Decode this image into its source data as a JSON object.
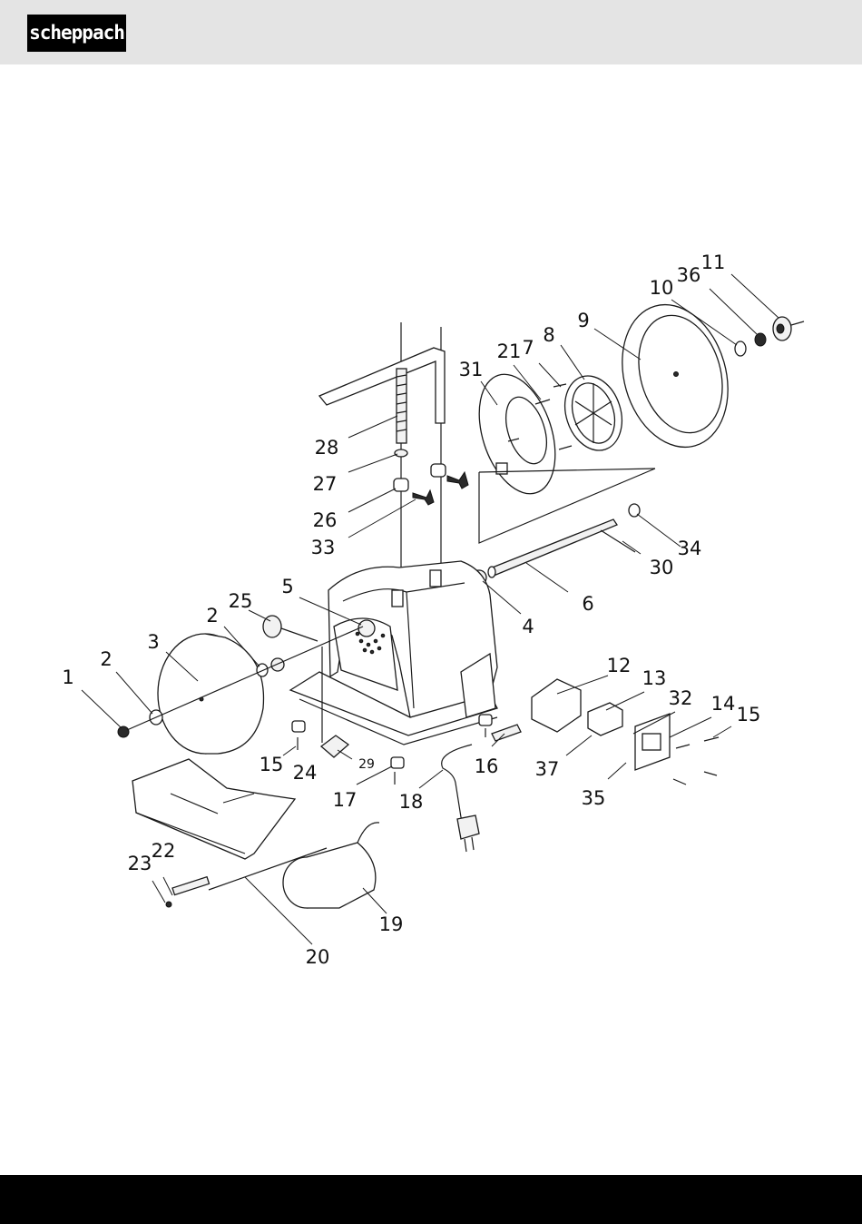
{
  "header": {
    "logo_text": "scheppach"
  },
  "diagram": {
    "labels": [
      {
        "id": "1",
        "text": "1"
      },
      {
        "id": "2a",
        "text": "2"
      },
      {
        "id": "2b",
        "text": "2"
      },
      {
        "id": "3",
        "text": "3"
      },
      {
        "id": "4",
        "text": "4"
      },
      {
        "id": "5",
        "text": "5"
      },
      {
        "id": "6",
        "text": "6"
      },
      {
        "id": "7",
        "text": "7"
      },
      {
        "id": "8",
        "text": "8"
      },
      {
        "id": "9",
        "text": "9"
      },
      {
        "id": "10",
        "text": "10"
      },
      {
        "id": "11",
        "text": "11"
      },
      {
        "id": "12",
        "text": "12"
      },
      {
        "id": "13",
        "text": "13"
      },
      {
        "id": "14",
        "text": "14"
      },
      {
        "id": "15a",
        "text": "15"
      },
      {
        "id": "15b",
        "text": "15"
      },
      {
        "id": "16",
        "text": "16"
      },
      {
        "id": "17",
        "text": "17"
      },
      {
        "id": "18",
        "text": "18"
      },
      {
        "id": "19",
        "text": "19"
      },
      {
        "id": "20",
        "text": "20"
      },
      {
        "id": "21",
        "text": "21"
      },
      {
        "id": "22",
        "text": "22"
      },
      {
        "id": "23",
        "text": "23"
      },
      {
        "id": "24",
        "text": "24"
      },
      {
        "id": "25",
        "text": "25"
      },
      {
        "id": "26",
        "text": "26"
      },
      {
        "id": "27",
        "text": "27"
      },
      {
        "id": "28",
        "text": "28"
      },
      {
        "id": "29",
        "text": "29"
      },
      {
        "id": "30",
        "text": "30"
      },
      {
        "id": "31",
        "text": "31"
      },
      {
        "id": "32",
        "text": "32"
      },
      {
        "id": "33",
        "text": "33"
      },
      {
        "id": "34",
        "text": "34"
      },
      {
        "id": "35",
        "text": "35"
      },
      {
        "id": "36",
        "text": "36"
      },
      {
        "id": "37",
        "text": "37"
      }
    ]
  }
}
